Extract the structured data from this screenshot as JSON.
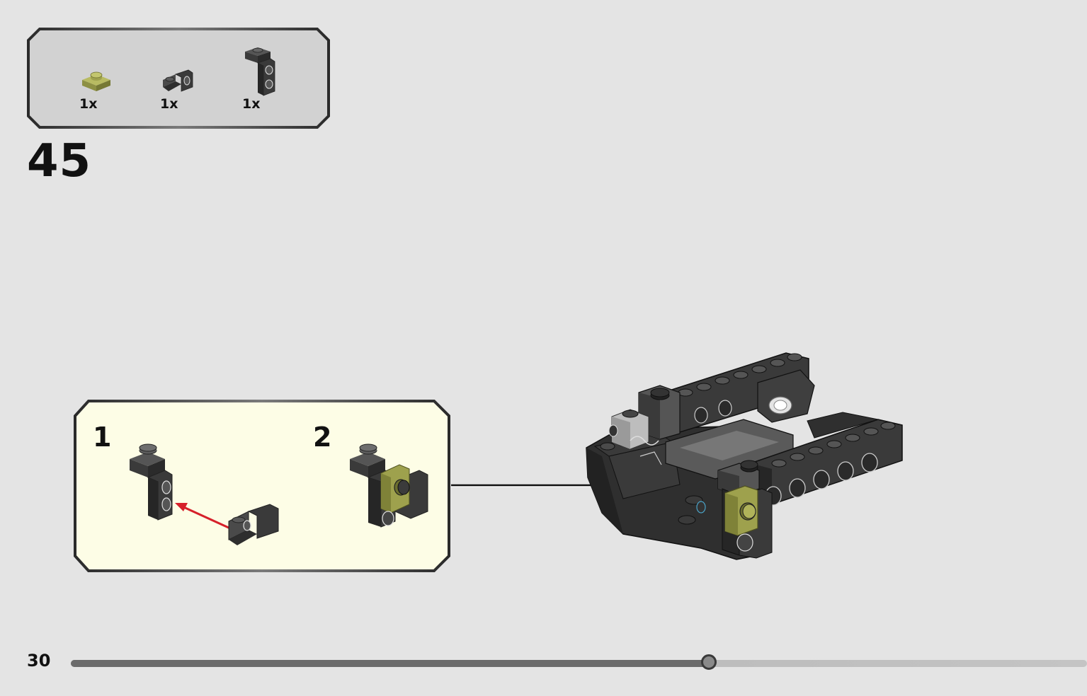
{
  "parts": [
    {
      "name": "olive-plate-1x1",
      "quantity": "1x",
      "color": "#9ea14d"
    },
    {
      "name": "dark-bracket-1x1",
      "quantity": "1x",
      "color": "#3b3b3b"
    },
    {
      "name": "dark-bracket-1x2",
      "quantity": "1x",
      "color": "#3b3b3b"
    }
  ],
  "step": {
    "number": "45"
  },
  "substeps": [
    {
      "label": "1"
    },
    {
      "label": "2"
    }
  ],
  "footer": {
    "page_number": "30",
    "progress": 0.628
  },
  "colors": {
    "page_background": "#e4e4e4",
    "parts_box_fill": "#d2d2d2",
    "substep_box_fill": "#fdfde6",
    "brick_dark": "#3b3b3b",
    "brick_olive": "#9ea14d",
    "arrow_red": "#d6202a"
  }
}
